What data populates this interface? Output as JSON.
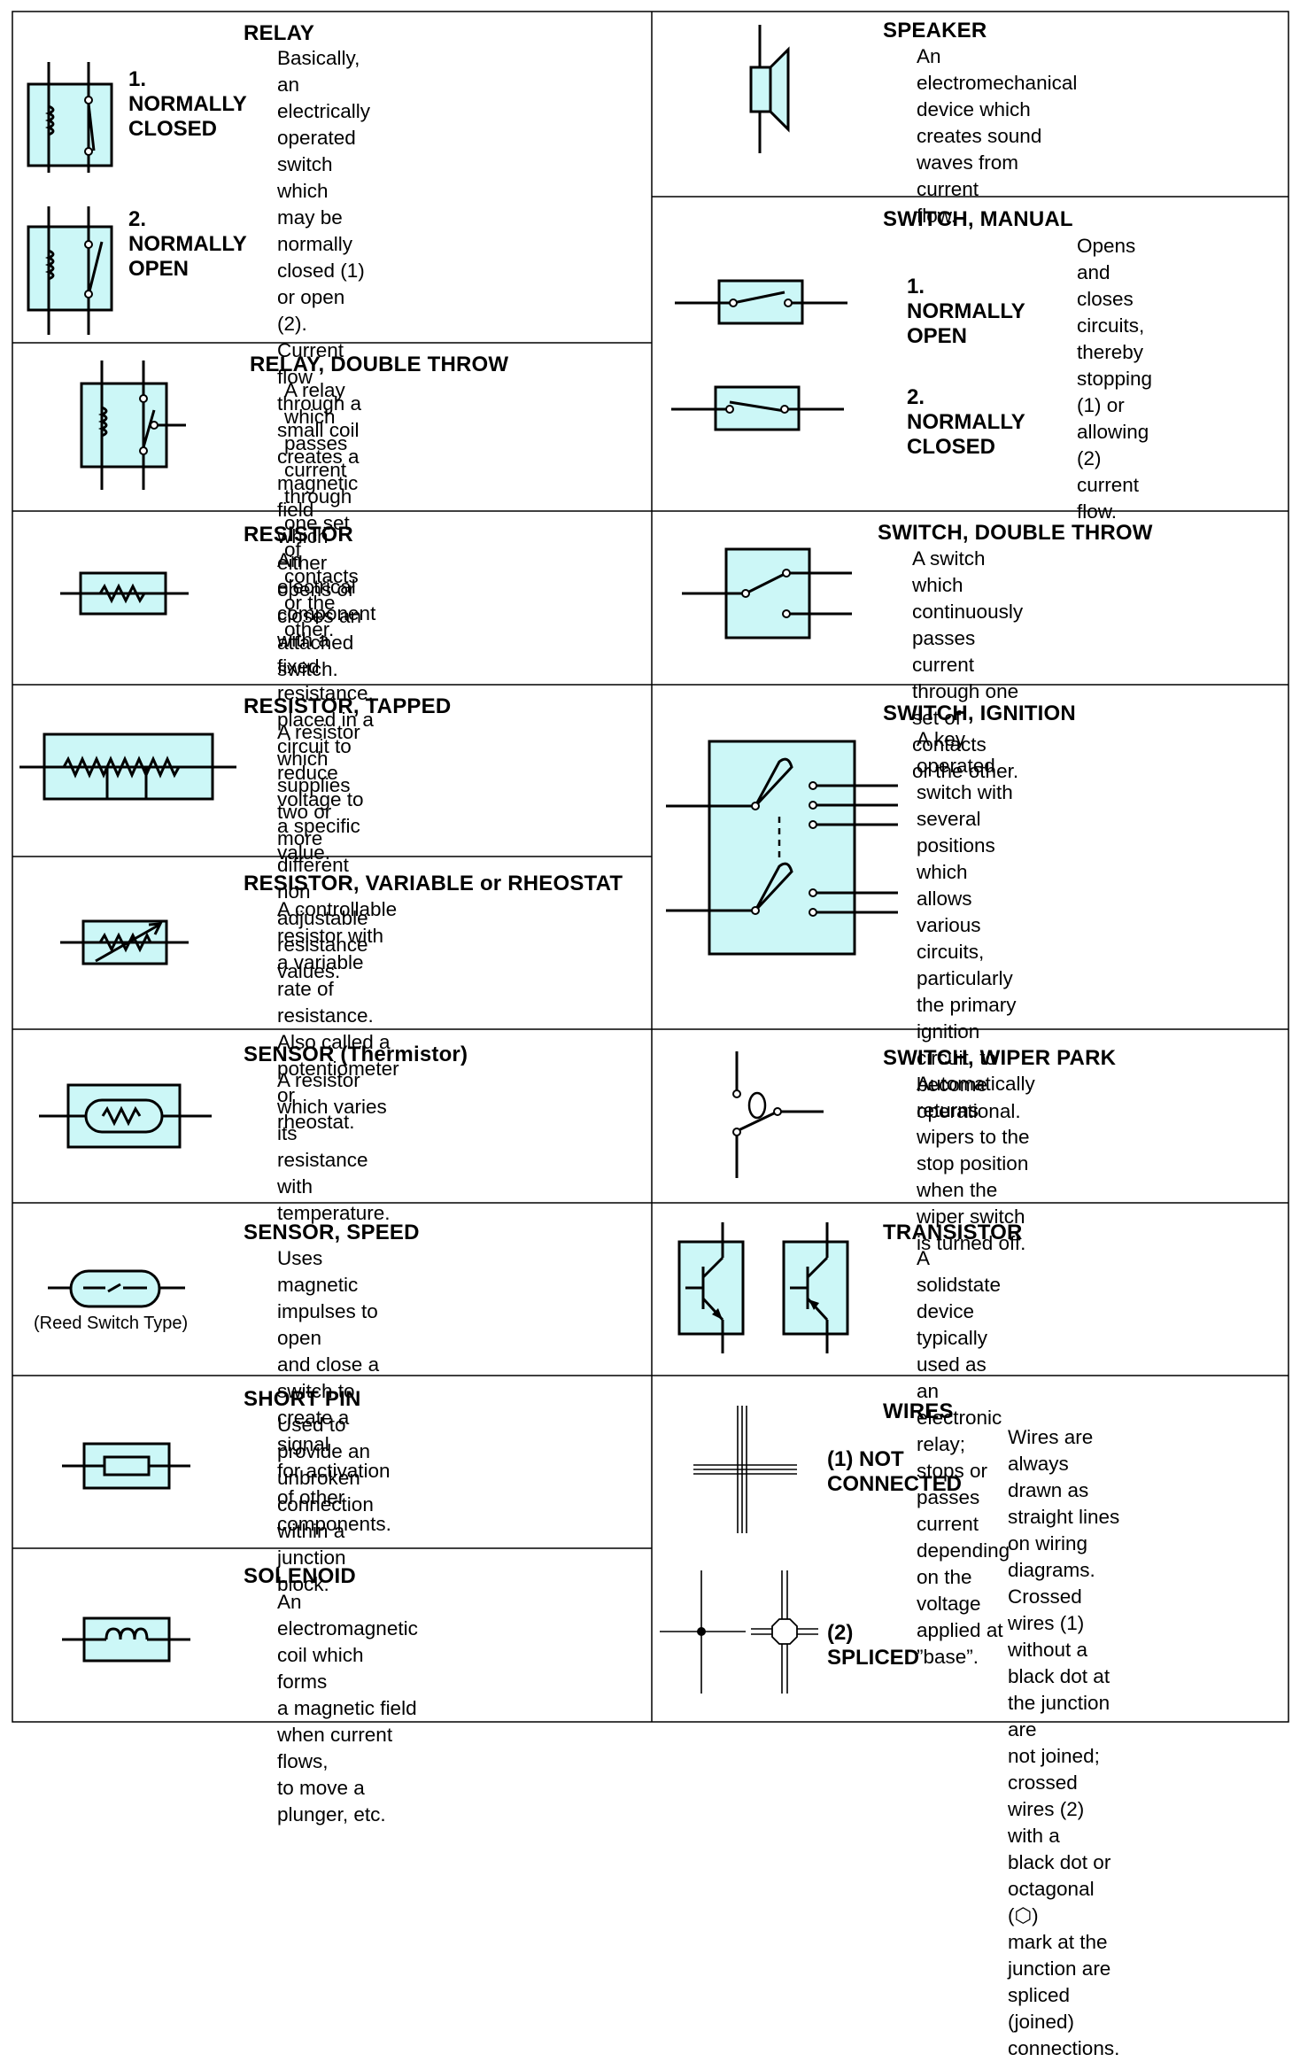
{
  "left": [
    {
      "key": "relay",
      "title": "RELAY",
      "desc": "Basically, an electrically operated\nswitch which may be normally\nclosed (1) or open (2).\nCurrent flow through a small coil\ncreates a magnetic field which either\nopens or closes an attached switch.",
      "label1": "1. NORMALLY\n    CLOSED",
      "label2": "2. NORMALLY\n    OPEN"
    },
    {
      "key": "relay-double-throw",
      "title": "RELAY, DOUBLE THROW",
      "desc": "A relay which passes current\nthrough one set of contacts or the\nother."
    },
    {
      "key": "resistor",
      "title": "RESISTOR",
      "desc": "An electrical component with a fixed\nresistance, placed in a circuit to\nreduce voltage to a specific value."
    },
    {
      "key": "resistor-tapped",
      "title": "RESISTOR, TAPPED",
      "desc": "A resistor which supplies two or\nmore different non adjustable\nresistance values."
    },
    {
      "key": "resistor-variable",
      "title": "RESISTOR, VARIABLE or RHEOSTAT",
      "desc": "A controllable resistor with a variable\nrate of resistance.\nAlso called a potentiometer or\nrheostat."
    },
    {
      "key": "sensor-thermistor",
      "title": "SENSOR (Thermistor)",
      "desc": "A resistor which varies its resistance\nwith temperature."
    },
    {
      "key": "sensor-speed",
      "title": "SENSOR, SPEED",
      "desc": "Uses magnetic impulses to open\nand close a switch to create a signal\nfor activation of other components.",
      "caption": "(Reed Switch Type)"
    },
    {
      "key": "short-pin",
      "title": "SHORT PIN",
      "desc": "Used to provide an unbroken\nconnection within a junction block."
    },
    {
      "key": "solenoid",
      "title": "SOLENOID",
      "desc": "An electromagnetic coil which forms\na magnetic field when current flows,\nto move a plunger, etc."
    }
  ],
  "right": [
    {
      "key": "speaker",
      "title": "SPEAKER",
      "desc": "An electromechanical device which\ncreates sound waves from current\nflow."
    },
    {
      "key": "switch-manual",
      "title": "SWITCH, MANUAL",
      "desc": "Opens and closes\ncircuits, thereby\nstopping (1) or\nallowing (2) current\nflow.",
      "label1": "1. NORMALLY\n    OPEN",
      "label2": "2. NORMALLY\n    CLOSED"
    },
    {
      "key": "switch-double-throw",
      "title": "SWITCH, DOUBLE THROW",
      "desc": "A switch which continuously passes\ncurrent through one set of contacts\nor the other."
    },
    {
      "key": "switch-ignition",
      "title": "SWITCH, IGNITION",
      "desc": "A key operated switch with several\npositions which allows various\ncircuits, particularly the primary\nignition circuit, to become\noperational."
    },
    {
      "key": "switch-wiper-park",
      "title": "SWITCH, WIPER PARK",
      "desc": "Automatically returns wipers to the\nstop position when the wiper switch\nis turned off."
    },
    {
      "key": "transistor",
      "title": "TRANSISTOR",
      "desc": "A solidstate device typically used as\nan electronic relay; stops or passes\ncurrent depending on the voltage\napplied at ”base”."
    },
    {
      "key": "wires",
      "title": "WIRES",
      "desc": "Wires are always drawn as\nstraight lines on wiring\ndiagrams.\nCrossed wires (1) without a\nblack dot at the junction are\nnot joined;\ncrossed wires (2) with a\nblack dot or octagonal (⬡)\nmark at the junction are\nspliced (joined)\nconnections.",
      "label1": "(1) NOT\n     CONNECTED",
      "label2": "(2) SPLICED"
    }
  ],
  "colors": {
    "symbol_fill": "#ccf7f7",
    "line": "#000000"
  }
}
